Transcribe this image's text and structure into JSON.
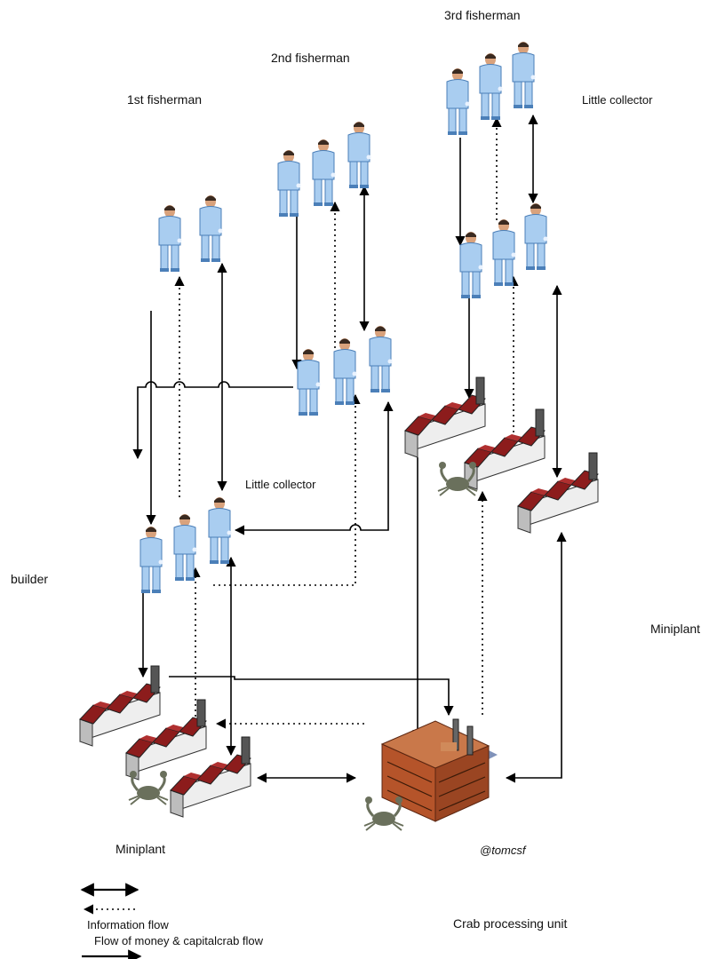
{
  "labels": {
    "third_fisherman": "3rd fisherman",
    "second_fisherman": "2nd fisherman",
    "first_fisherman": "1st fisherman",
    "little_collector_top": "Little collector",
    "little_collector_mid": "Little collector",
    "builder": "builder",
    "miniplant_right": "Miniplant",
    "miniplant_left": "Miniplant",
    "credit": "@tomcsf",
    "crab_processing_unit": "Crab processing unit"
  },
  "legend": {
    "information_flow": "Information flow",
    "money_capital_flow": "Flow of money & capitalcrab flow"
  },
  "colors": {
    "person_body": "#a9cdf0",
    "person_dark": "#3c78c0",
    "person_skin": "#d9a27c",
    "roof": "#8c1c1c",
    "wall": "#e6e6e6",
    "chimney": "#555555",
    "brick": "#b5542a",
    "crab": "#6a705c",
    "line": "#000000"
  },
  "icons": [
    "person-icon",
    "miniplant-icon",
    "crab-icon",
    "factory-icon",
    "arrow-icon"
  ]
}
